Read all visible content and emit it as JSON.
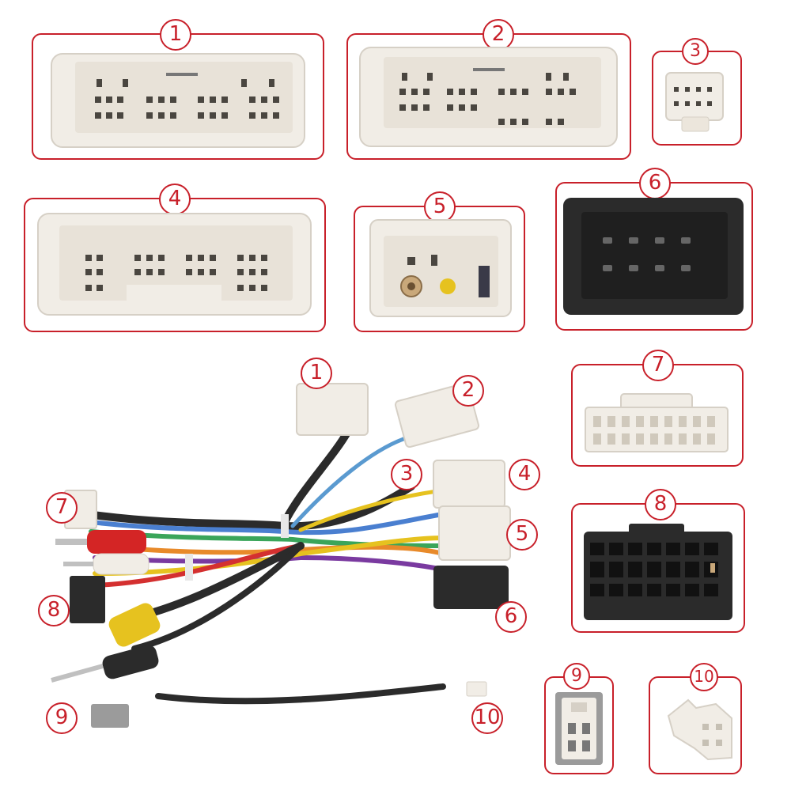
{
  "labels": {
    "p1": "1",
    "p2": "2",
    "p3": "3",
    "p4": "4",
    "p5": "5",
    "p6": "6",
    "p7": "7",
    "p8": "8",
    "p9": "9",
    "p10": "10"
  },
  "harness_labels": {
    "h1": "1",
    "h2": "2",
    "h3": "3",
    "h4": "4",
    "h5": "5",
    "h6": "6",
    "h7": "7",
    "h8": "8",
    "h9": "9",
    "h10": "10"
  },
  "colors": {
    "accent": "#c8202a",
    "connector_white": "#f1ede6",
    "connector_black": "#2b2b2b",
    "connector_grey": "#9b9b9b"
  }
}
